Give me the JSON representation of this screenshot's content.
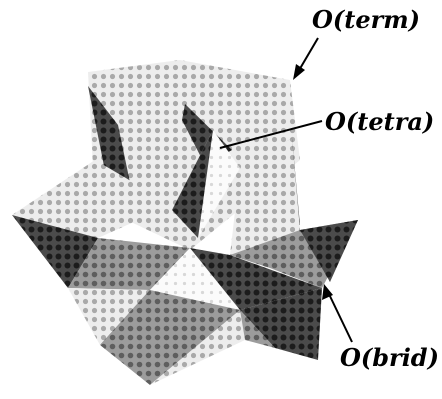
{
  "labels": {
    "term": "O(term)",
    "tetra": "O(tetra)",
    "brid": "O(brid)"
  },
  "colors": {
    "dark": "#2a2a2a",
    "mid": "#7a7a7a",
    "light": "#b8b8b8",
    "pale": "#ececec",
    "line": "#000000"
  }
}
